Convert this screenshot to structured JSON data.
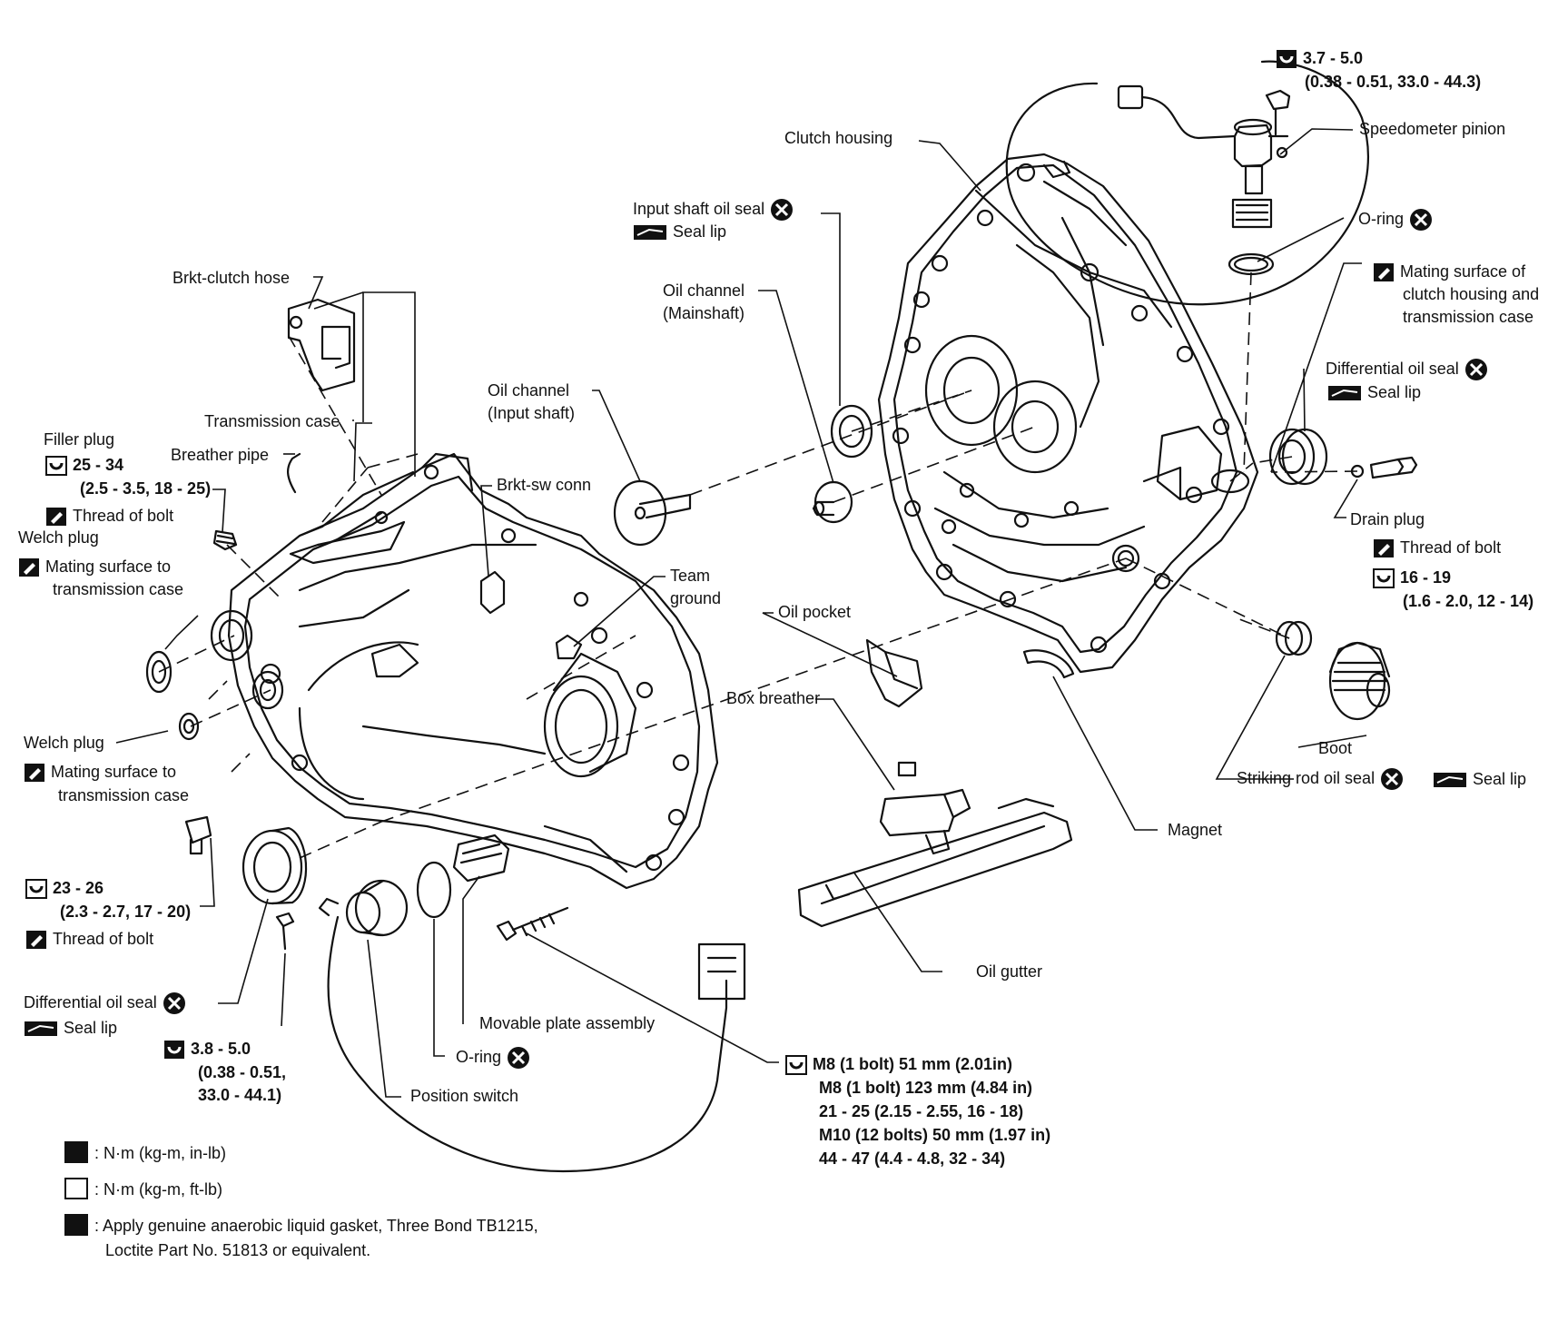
{
  "labels": {
    "speedo_torque_1": "3.7 - 5.0",
    "speedo_torque_2": "(0.38 - 0.51, 33.0 - 44.3)",
    "speedometer_pinion": "Speedometer pinion",
    "clutch_housing": "Clutch housing",
    "input_shaft_oil_seal": "Input shaft oil seal",
    "seal_lip": "Seal lip",
    "o_ring": "O-ring",
    "oil_channel_mainshaft_1": "Oil channel",
    "oil_channel_mainshaft_2": "(Mainshaft)",
    "mating_surface_clutch_1": "Mating surface of",
    "mating_surface_clutch_2": "clutch housing and",
    "mating_surface_clutch_3": "transmission case",
    "brkt_clutch_hose": "Brkt-clutch hose",
    "differential_oil_seal": "Differential oil seal",
    "oil_channel_input_1": "Oil channel",
    "oil_channel_input_2": "(Input shaft)",
    "transmission_case": "Transmission case",
    "filler_plug": "Filler plug",
    "filler_torque_1": "25 - 34",
    "filler_torque_2": "(2.5 - 3.5, 18 - 25)",
    "breather_pipe": "Breather pipe",
    "brkt_sw_conn": "Brkt-sw conn",
    "thread_of_bolt": "Thread of bolt",
    "drain_plug": "Drain plug",
    "welch_plug": "Welch plug",
    "mating_surface_to_1": "Mating surface to",
    "mating_surface_to_2": "transmission case",
    "team_ground_1": "Team",
    "team_ground_2": "ground",
    "oil_pocket": "Oil pocket",
    "drain_torque_1": "16 - 19",
    "drain_torque_2": "(1.6 - 2.0, 12 - 14)",
    "box_breather": "Box breather",
    "boot": "Boot",
    "striking_rod_oil_seal": "Striking rod oil seal",
    "magnet": "Magnet",
    "plug_torque_1": "23 - 26",
    "plug_torque_2": "(2.3 - 2.7, 17 - 20)",
    "oil_gutter": "Oil gutter",
    "movable_plate_assembly": "Movable plate assembly",
    "switch_torque_1": "3.8 - 5.0",
    "switch_torque_2": "(0.38 - 0.51,",
    "switch_torque_3": "33.0 - 44.1)",
    "position_switch": "Position switch",
    "bolt_spec_1": "M8 (1 bolt) 51 mm (2.01in)",
    "bolt_spec_2": "M8 (1 bolt) 123 mm (4.84 in)",
    "bolt_spec_3": "21 - 25 (2.15 - 2.55, 16 - 18)",
    "bolt_spec_4": "M10 (12 bolts) 50 mm (1.97 in)",
    "bolt_spec_5": "44 - 47 (4.4 - 4.8, 32 - 34)"
  },
  "legend": {
    "in_lb": ": N·m (kg-m, in-lb)",
    "ft_lb": ": N·m (kg-m, ft-lb)",
    "gasket_1": ": Apply genuine anaerobic liquid gasket, Three Bond TB1215,",
    "gasket_2": "Loctite Part No. 51813 or equivalent."
  },
  "icons": [
    "torque-in-lb-icon",
    "torque-ft-lb-icon",
    "liquid-gasket-icon",
    "replace-x-icon",
    "seal-lip-grease-icon"
  ],
  "colors": {
    "ink": "#111111",
    "background": "#ffffff"
  }
}
